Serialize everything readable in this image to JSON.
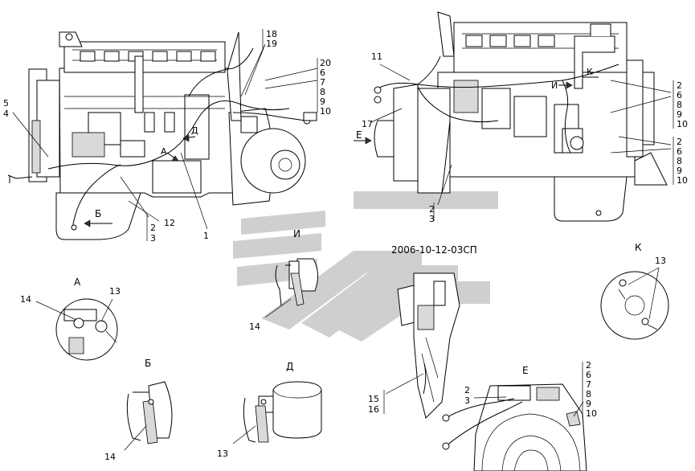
{
  "drawing": {
    "code": "2006-10-12-03СП"
  },
  "views": {
    "a": "А",
    "b": "Б",
    "d": "Д",
    "e": "Е",
    "i": "И",
    "k": "К",
    "arrow_b": "Б",
    "arrow_a": "А",
    "arrow_d": "Д",
    "arrow_e": "Е",
    "arrow_i": "И",
    "arrow_k": "К"
  },
  "callouts": {
    "left": {
      "c1": "1",
      "c2_3": [
        "2",
        "3"
      ],
      "c4_5": [
        "5",
        "4"
      ],
      "c12": "12",
      "c18_19": [
        "18",
        "19"
      ],
      "c20_group": [
        "20",
        "6",
        "7",
        "8",
        "9",
        "10"
      ]
    },
    "right": {
      "c11": "11",
      "c17": "17",
      "c2_3": [
        "2",
        "3"
      ],
      "group_top": [
        "2",
        "6",
        "8",
        "9",
        "10"
      ],
      "group_bottom": [
        "2",
        "6",
        "8",
        "9",
        "10"
      ]
    },
    "view_a": [
      "14",
      "13"
    ],
    "view_b": "14",
    "view_d": "13",
    "view_i": "14",
    "view_k": "13",
    "side_15_16": [
      "15",
      "16"
    ],
    "view_e_left": [
      "2",
      "3"
    ],
    "view_e_right": [
      "2",
      "6",
      "7",
      "8",
      "9",
      "10"
    ]
  },
  "colors": {
    "line": "#000000",
    "watermark": "#c8c8c8"
  }
}
